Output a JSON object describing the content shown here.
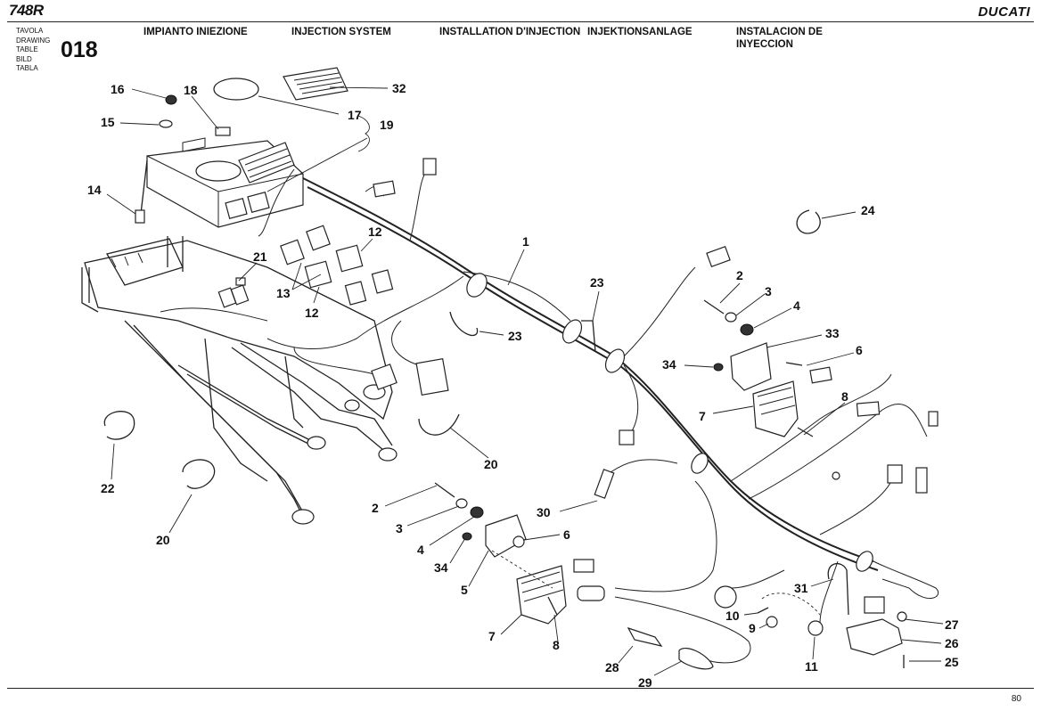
{
  "header": {
    "model": "748R",
    "brand": "DUCATI",
    "table_labels": [
      "TAVOLA",
      "DRAWING",
      "TABLE",
      "BILD",
      "TABLA"
    ],
    "table_number": "018"
  },
  "titles": {
    "it": "IMPIANTO INIEZIONE",
    "en": "INJECTION SYSTEM",
    "fr": "INSTALLATION D'INJECTION",
    "de": "INJEKTIONSANLAGE",
    "es_line1": "INSTALACION DE",
    "es_line2": "INYECCION"
  },
  "footer": {
    "page_number": "80"
  },
  "callouts": [
    "16",
    "18",
    "32",
    "15",
    "17",
    "19",
    "14",
    "1",
    "12",
    "13",
    "12",
    "21",
    "24",
    "23",
    "23",
    "2",
    "3",
    "4",
    "33",
    "6",
    "34",
    "7",
    "8",
    "22",
    "20",
    "20",
    "2",
    "3",
    "30",
    "6",
    "4",
    "34",
    "5",
    "31",
    "7",
    "8",
    "10",
    "9",
    "27",
    "26",
    "25",
    "11",
    "28",
    "29"
  ]
}
